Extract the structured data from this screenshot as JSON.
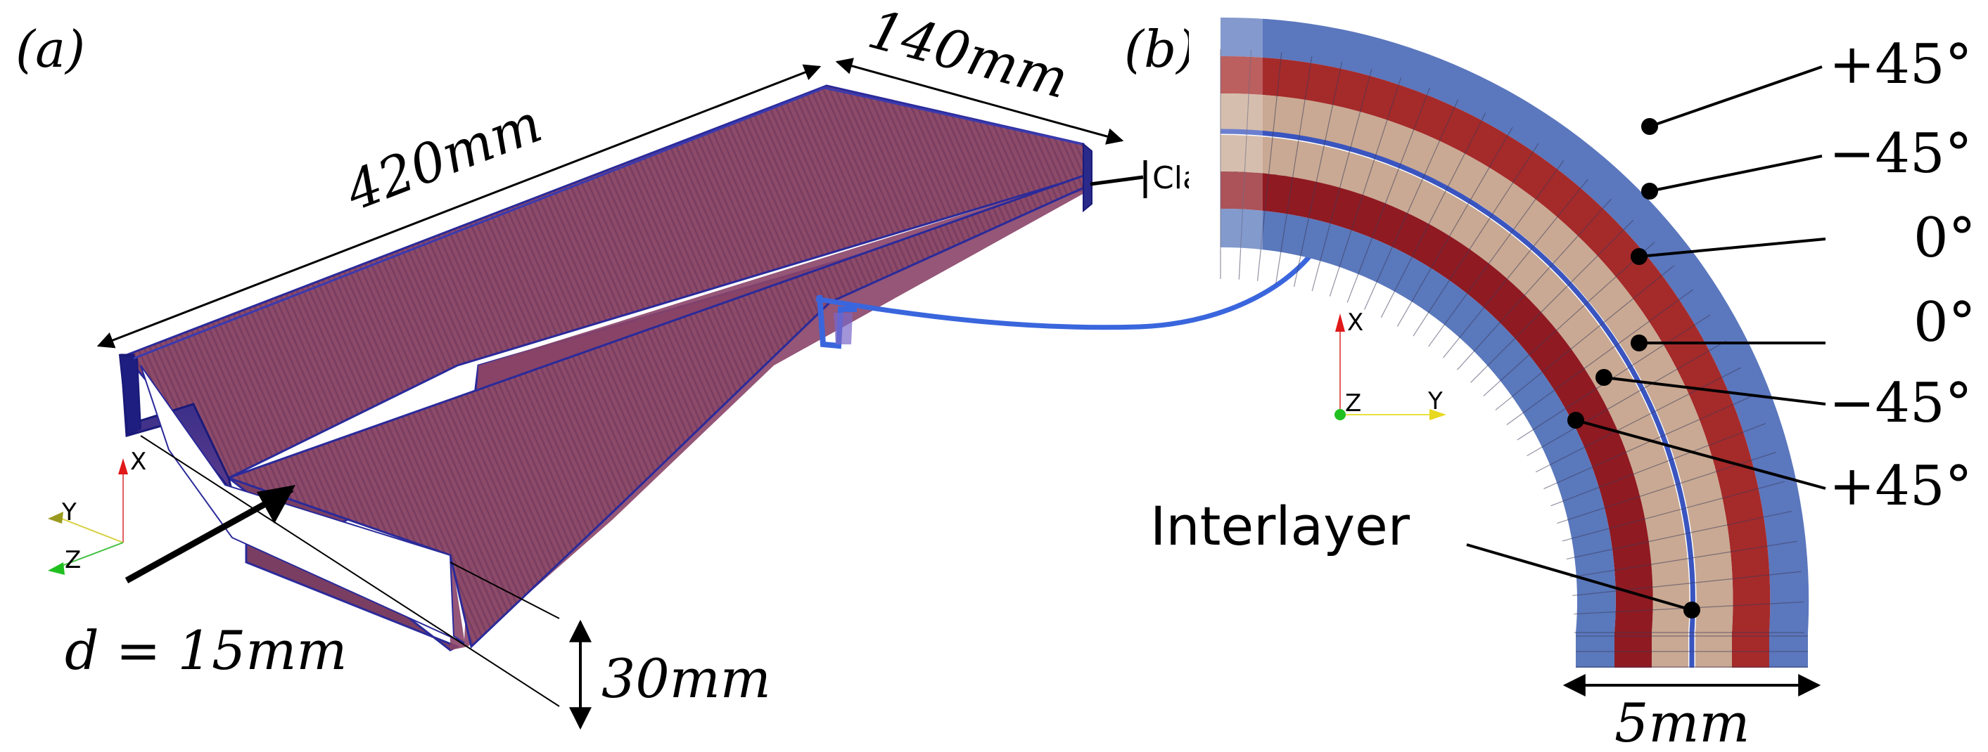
{
  "panel_a": {
    "label": "(a)",
    "length_label": "420mm",
    "width_label": "140mm",
    "height_label": "30mm",
    "boundary_label": "Clamped",
    "impact_label": "d = 15mm",
    "axes": {
      "x": "X",
      "y": "Y",
      "z": "Z"
    }
  },
  "panel_b": {
    "label": "(b)",
    "ply_labels": [
      "+45°",
      "−45°",
      "0°",
      "0°",
      "−45°",
      "+45°"
    ],
    "interlayer_label": "Interlayer",
    "thickness_label": "5mm",
    "axes": {
      "x": "X",
      "y": "Y",
      "z": "Z"
    }
  },
  "colors": {
    "beam_face": "#8a4a6c",
    "beam_edge": "#2a2a8a",
    "ply_plus45": "#5a78bc",
    "ply_minus45": "#a8282c",
    "ply_zero": "#c9a893",
    "interlayer": "#3a55c0",
    "blue_curve": "#3a66dd",
    "axis_x": "#e01818",
    "axis_y": "#e8d820",
    "axis_z": "#20c020"
  }
}
